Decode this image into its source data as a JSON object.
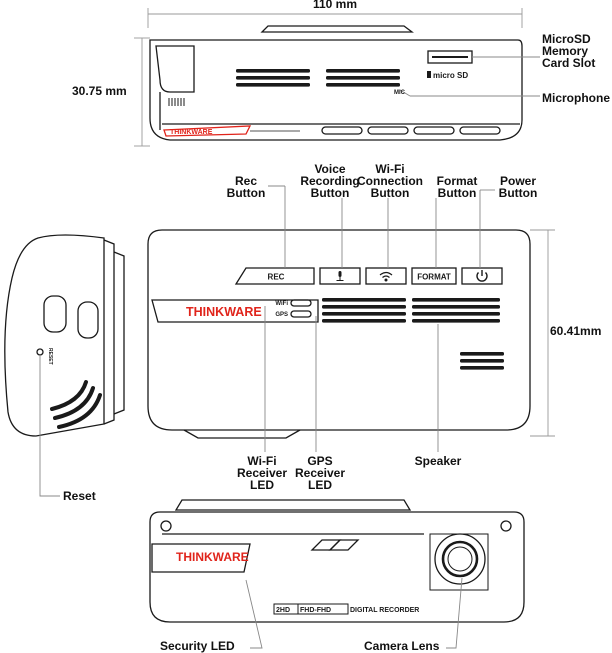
{
  "dimensions": {
    "width": "110 mm",
    "height_top": "30.75 mm",
    "height_front": "60.41mm"
  },
  "callouts": {
    "microsd": [
      "MicroSD",
      "Memory",
      "Card Slot"
    ],
    "microphone": "Microphone",
    "rec_button": [
      "Rec",
      "Button"
    ],
    "voice_button": [
      "Voice",
      "Recording",
      "Button"
    ],
    "wifi_button": [
      "Wi-Fi",
      "Connection",
      "Button"
    ],
    "format_button": [
      "Format",
      "Button"
    ],
    "power_button": [
      "Power",
      "Button"
    ],
    "wifi_led": [
      "Wi-Fi",
      "Receiver",
      "LED"
    ],
    "gps_led": [
      "GPS",
      "Receiver",
      "LED"
    ],
    "speaker": "Speaker",
    "reset": "Reset",
    "security_led": "Security LED",
    "camera_lens": "Camera Lens"
  },
  "device_text": {
    "microsd_slot": "micro SD",
    "mic": "MIC",
    "brand": "THINKWARE",
    "rec": "REC",
    "format": "FORMAT",
    "wifi_led": "WiFi",
    "gps_led": "GPS",
    "reset": "RESET",
    "badge_2hd": "2HD",
    "badge_fhd": "FHD-FHD",
    "digital_recorder": "DIGITAL RECORDER"
  },
  "colors": {
    "brand_red": "#e0241b",
    "stroke": "#1a1a1a"
  }
}
